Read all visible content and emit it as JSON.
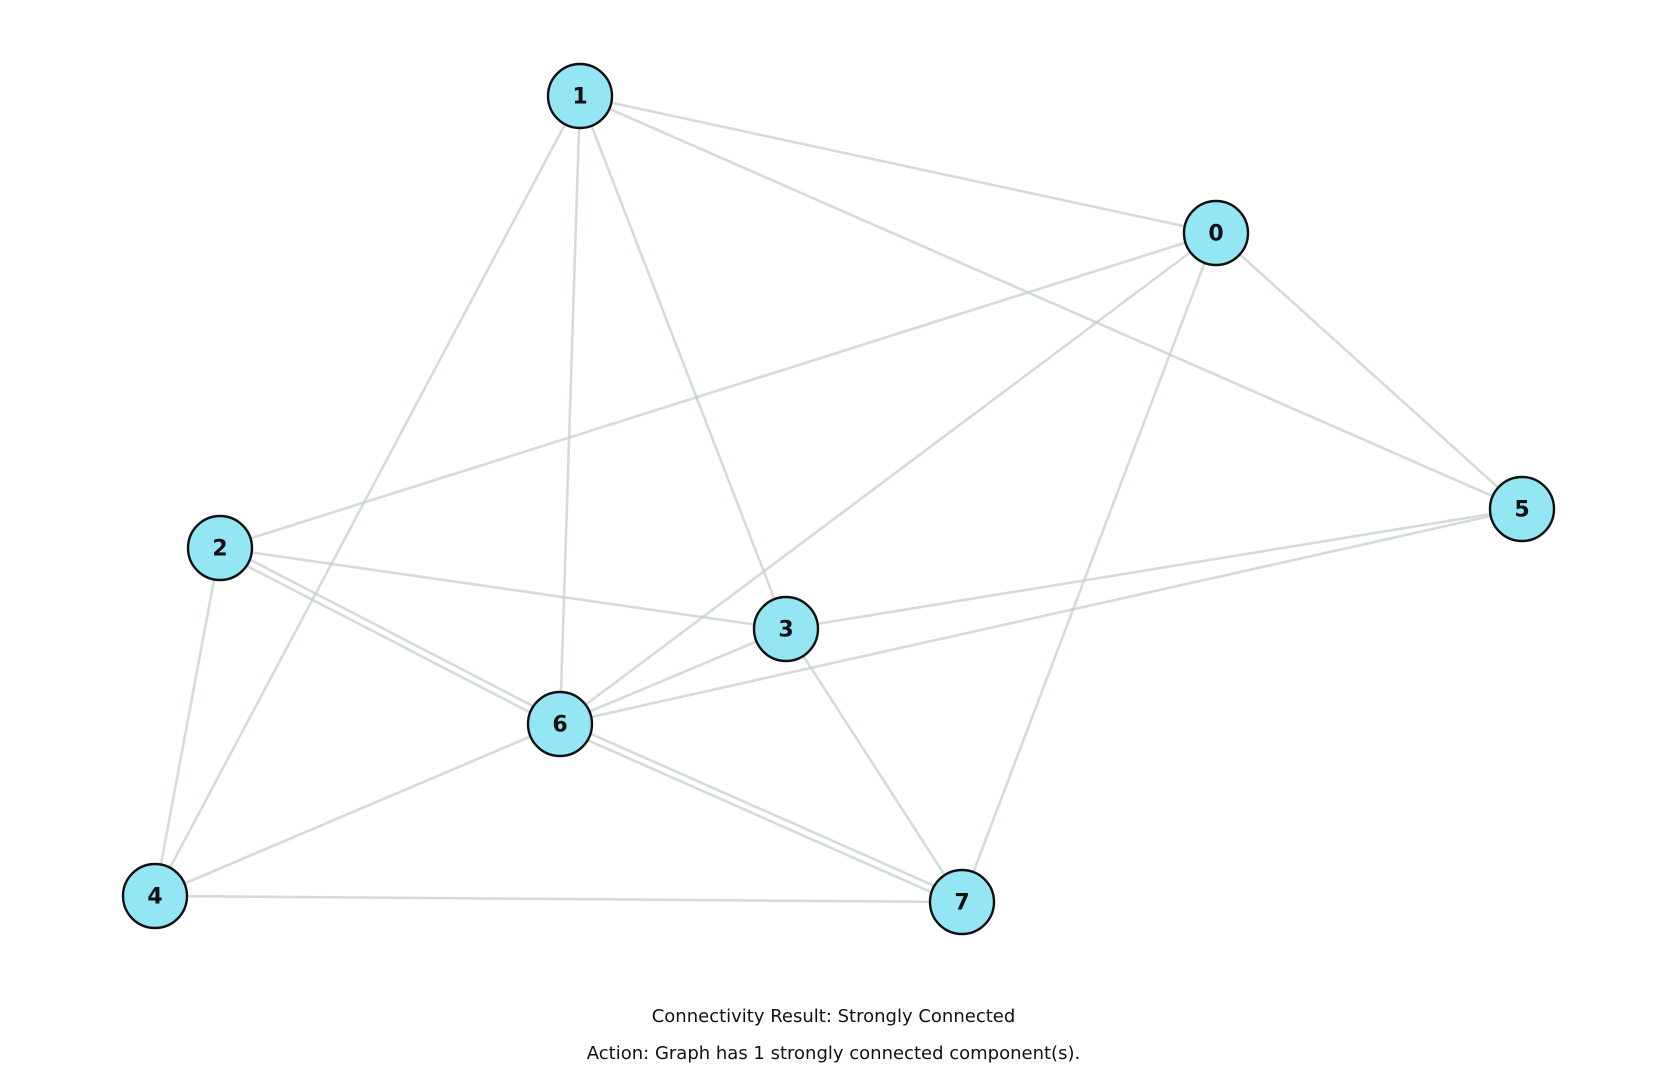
{
  "graph": {
    "node_fill": "#94e6f5",
    "node_stroke": "#111111",
    "edge_color": "#c5cfcf",
    "nodes": [
      {
        "id": "0",
        "label": "0"
      },
      {
        "id": "1",
        "label": "1"
      },
      {
        "id": "2",
        "label": "2"
      },
      {
        "id": "3",
        "label": "3"
      },
      {
        "id": "4",
        "label": "4"
      },
      {
        "id": "5",
        "label": "5"
      },
      {
        "id": "6",
        "label": "6"
      },
      {
        "id": "7",
        "label": "7"
      }
    ],
    "edges": [
      {
        "from": "1",
        "to": "0"
      },
      {
        "from": "1",
        "to": "5"
      },
      {
        "from": "1",
        "to": "6"
      },
      {
        "from": "1",
        "to": "3"
      },
      {
        "from": "1",
        "to": "4"
      },
      {
        "from": "0",
        "to": "2"
      },
      {
        "from": "0",
        "to": "6"
      },
      {
        "from": "0",
        "to": "5"
      },
      {
        "from": "0",
        "to": "7"
      },
      {
        "from": "2",
        "to": "3"
      },
      {
        "from": "2",
        "to": "6"
      },
      {
        "from": "6",
        "to": "2"
      },
      {
        "from": "2",
        "to": "4"
      },
      {
        "from": "5",
        "to": "3"
      },
      {
        "from": "5",
        "to": "6"
      },
      {
        "from": "3",
        "to": "6"
      },
      {
        "from": "3",
        "to": "7"
      },
      {
        "from": "6",
        "to": "4"
      },
      {
        "from": "6",
        "to": "7"
      },
      {
        "from": "7",
        "to": "6"
      },
      {
        "from": "4",
        "to": "7"
      }
    ]
  },
  "captions": {
    "result": "Connectivity Result: Strongly Connected",
    "action": "Action: Graph has 1 strongly connected component(s)."
  }
}
